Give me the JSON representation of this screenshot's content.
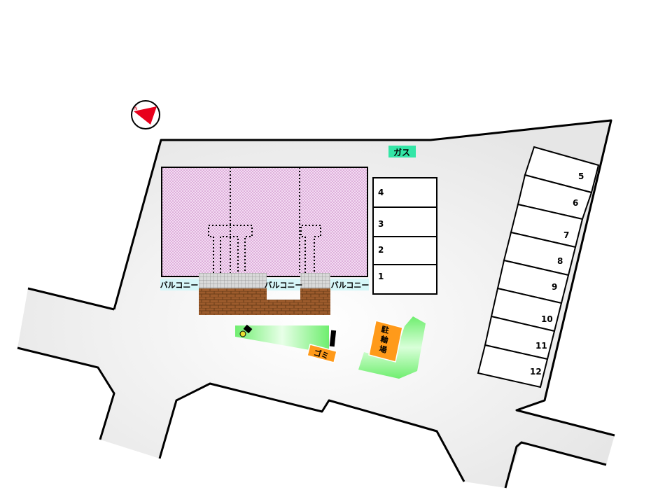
{
  "labels": {
    "gas": "ガス",
    "balcony_left": "バルコニー",
    "balcony_center": "バルコニー",
    "balcony_right": "バルコニー",
    "garbage": "ゴミ",
    "bicycle_parking_line1": "駐",
    "bicycle_parking_line2": "輪",
    "bicycle_parking_line3": "場"
  },
  "parking_left": [
    "4",
    "3",
    "2",
    "1"
  ],
  "parking_right": [
    "5",
    "6",
    "7",
    "8",
    "9",
    "10",
    "11",
    "12"
  ],
  "colors": {
    "lot": "#efefef",
    "building_fill": "#f1d4f0",
    "balcony": "#d6f6f8",
    "terrace_brick": "#9a5a2a",
    "planting": "#7ff07f",
    "garbage_tag": "#ff9a1a",
    "bicycle_tag": "#ff9a1a",
    "gas_tag": "#33e6a6",
    "compass_needle": "#e8001c"
  }
}
